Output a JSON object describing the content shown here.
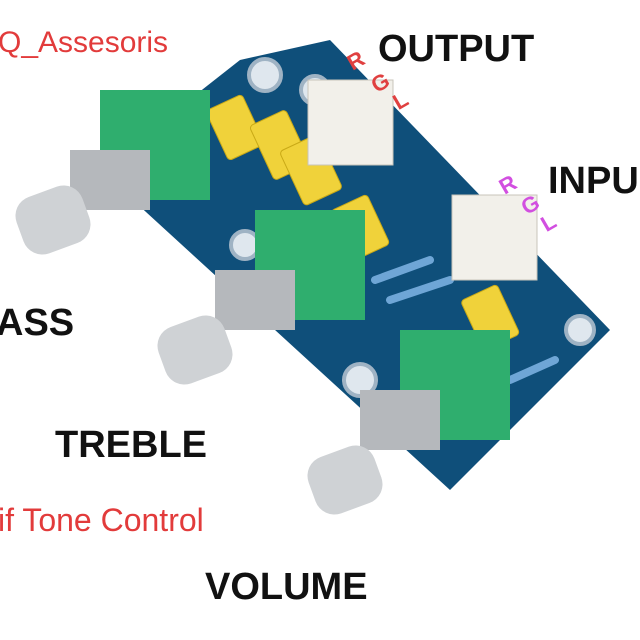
{
  "watermark": "Q_Assesoris",
  "labels": {
    "output": "OUTPUT",
    "input": "INPU",
    "bass": "ASS",
    "treble": "TREBLE",
    "volume": "VOLUME",
    "caption": "if Tone Control"
  },
  "output_pins": [
    "R",
    "G",
    "L"
  ],
  "input_pins": [
    "R",
    "G",
    "L"
  ],
  "colors": {
    "pcb": "#0f4f7a",
    "pot": "#2fae6e",
    "capacitor": "#f0d23a",
    "caption": "#e23b3b",
    "input_pins": "#d24fe0",
    "output_pins": "#e04040"
  }
}
